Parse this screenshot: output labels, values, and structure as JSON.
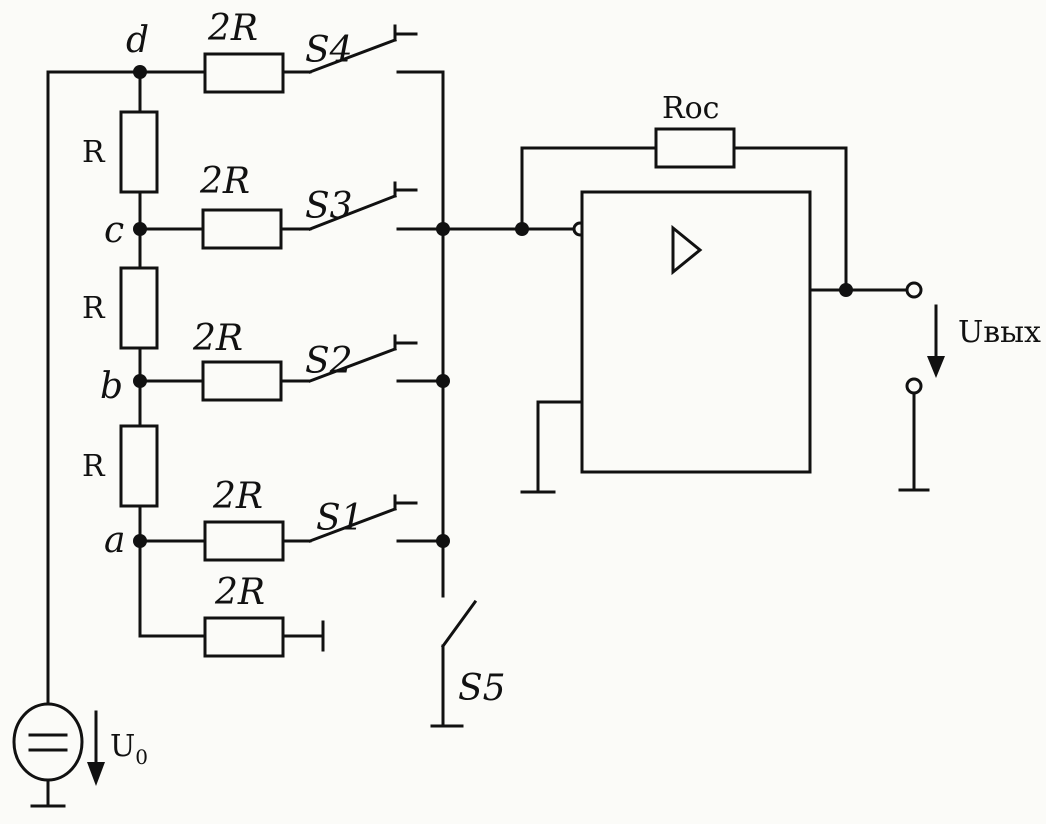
{
  "nodes": {
    "d": "d",
    "c": "c",
    "b": "b",
    "a": "a"
  },
  "resistors": {
    "r_ladder": "R",
    "r_2r": "2R",
    "r_feedback": "Roc"
  },
  "switches": {
    "s1": "S1",
    "s2": "S2",
    "s3": "S3",
    "s4": "S4",
    "s5": "S5"
  },
  "source": {
    "voltage_label": "U",
    "voltage_subscript": "0"
  },
  "output": {
    "voltage_label": "Uвых"
  },
  "opamp": {
    "symbol": "triangle-amplifier-icon"
  },
  "colors": {
    "ink": "#111111",
    "paper": "#fbfbf8"
  }
}
